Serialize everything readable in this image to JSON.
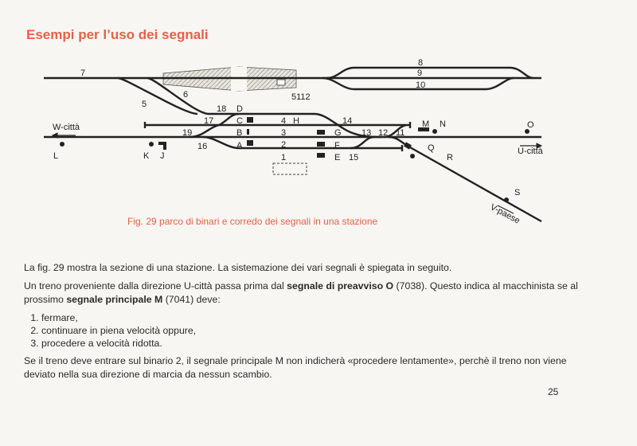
{
  "title": "Esempi per l’uso dei segnali",
  "figure": {
    "caption": "Fig. 29   parco di binari e corredo dei segnali in una stazione",
    "labels": {
      "t7": "7",
      "t5": "5",
      "t6": "6",
      "t8": "8",
      "t9": "9",
      "t10": "10",
      "b5112": "5112",
      "t18": "18",
      "t17": "17",
      "t19": "19",
      "t16": "16",
      "t4": "4",
      "t3": "3",
      "t2": "2",
      "t1": "1",
      "t14": "14",
      "t13": "13",
      "t12": "12",
      "t11": "11",
      "t15": "15",
      "sA": "A",
      "sB": "B",
      "sC": "C",
      "sD": "D",
      "sE": "E",
      "sF": "F",
      "sG": "G",
      "sH": "H",
      "sJ": "J",
      "sK": "K",
      "sL": "L",
      "sM": "M",
      "sN": "N",
      "sO": "O",
      "sQ": "Q",
      "sR": "R",
      "sS": "S",
      "wcitta": "W-città",
      "ucitta": "U-città",
      "vpaese": "V-paese"
    }
  },
  "body": {
    "p1": "La fig. 29 mostra la sezione di una stazione. La sistemazione dei vari segnali è spiegata in seguito.",
    "p2_a": "Un treno proveniente dalla direzione U-città passa prima dal ",
    "p2_b": "segnale di preavviso O",
    "p2_c": " (7038). Questo indica al macchinista se al prossimo ",
    "p2_d": "segnale principale M",
    "p2_e": " (7041) deve:",
    "list": [
      "fermare,",
      "continuare in piena velocità oppure,",
      "procedere a velocità ridotta."
    ],
    "p3": "Se il treno deve entrare sul binario 2, il segnale principale M non indicherà «procedere lentamente», perchè il treno non viene deviato nella sua direzione di marcia da nessun scambio."
  },
  "page_number": "25"
}
